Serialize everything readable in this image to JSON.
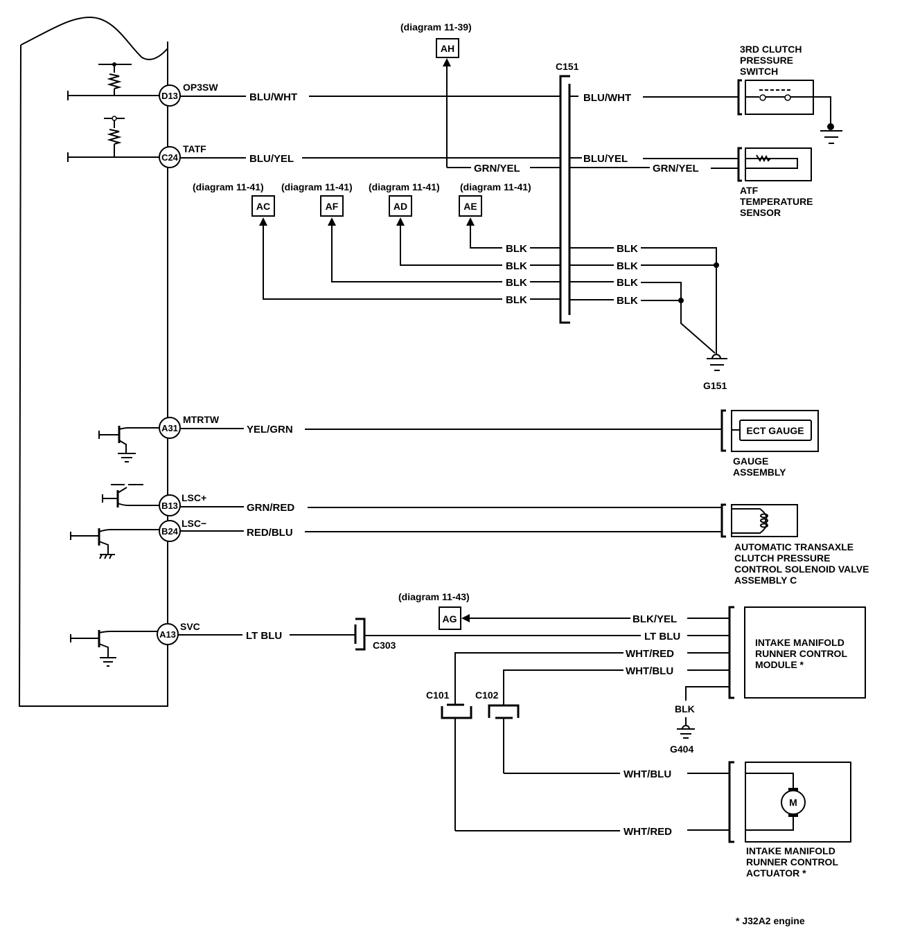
{
  "diagram": {
    "ecm_pins": [
      {
        "id": "D13",
        "signal": "OP3SW",
        "wire": "BLU/WHT"
      },
      {
        "id": "C24",
        "signal": "TATF",
        "wire": "BLU/YEL"
      },
      {
        "id": "A31",
        "signal": "MTRTW",
        "wire": "YEL/GRN"
      },
      {
        "id": "B13",
        "signal": "LSC+",
        "wire": "GRN/RED"
      },
      {
        "id": "B24",
        "signal": "LSC−",
        "wire": "RED/BLU"
      },
      {
        "id": "A13",
        "signal": "SVC",
        "wire": "LT BLU"
      }
    ],
    "references": [
      {
        "id": "AH",
        "label": "(diagram 11-39)"
      },
      {
        "id": "AC",
        "label": "(diagram 11-41)"
      },
      {
        "id": "AF",
        "label": "(diagram 11-41)"
      },
      {
        "id": "AD",
        "label": "(diagram 11-41)"
      },
      {
        "id": "AE",
        "label": "(diagram 11-41)"
      },
      {
        "id": "AG",
        "label": "(diagram 11-43)"
      }
    ],
    "connectors": {
      "c151": "C151",
      "c303": "C303",
      "c101": "C101",
      "c102": "C102"
    },
    "grounds": {
      "g151": "G151",
      "g404": "G404"
    },
    "wires": {
      "blu_wht": "BLU/WHT",
      "blu_yel": "BLU/YEL",
      "grn_yel": "GRN/YEL",
      "blk": "BLK",
      "blk_yel": "BLK/YEL",
      "lt_blu": "LT BLU",
      "wht_red": "WHT/RED",
      "wht_blu": "WHT/BLU"
    },
    "components": {
      "clutch_switch": [
        "3RD CLUTCH",
        "PRESSURE",
        "SWITCH"
      ],
      "atf_sensor": [
        "ATF",
        "TEMPERATURE",
        "SENSOR"
      ],
      "ect_gauge": "ECT GAUGE",
      "gauge_assembly": [
        "GAUGE",
        "ASSEMBLY"
      ],
      "solenoid": [
        "AUTOMATIC TRANSAXLE",
        "CLUTCH PRESSURE",
        "CONTROL SOLENOID VALVE",
        "ASSEMBLY C"
      ],
      "imrc_module": [
        "INTAKE MANIFOLD",
        "RUNNER CONTROL",
        "MODULE *"
      ],
      "imrc_actuator": [
        "INTAKE MANIFOLD",
        "RUNNER CONTROL",
        "ACTUATOR *"
      ],
      "motor": "M"
    },
    "footnote": "* J32A2 engine"
  }
}
